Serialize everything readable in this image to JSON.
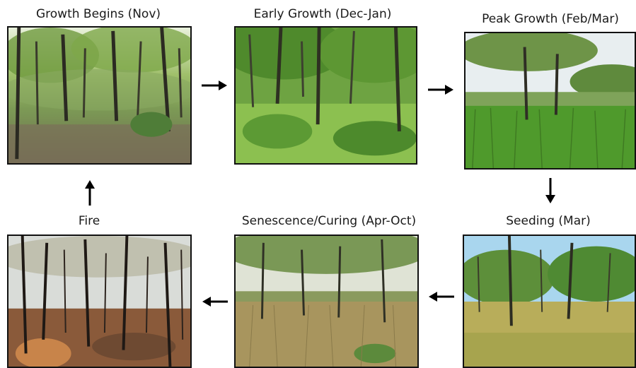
{
  "stages": [
    {
      "id": "growth-begins",
      "label": "Growth Begins (Nov)"
    },
    {
      "id": "early-growth",
      "label": "Early Growth (Dec-Jan)"
    },
    {
      "id": "peak-growth",
      "label": "Peak Growth (Feb/Mar)"
    },
    {
      "id": "seeding",
      "label": "Seeding (Mar)"
    },
    {
      "id": "senescence",
      "label": "Senescence/Curing (Apr-Oct)"
    },
    {
      "id": "fire",
      "label": "Fire"
    }
  ],
  "arrows": [
    {
      "from": "growth-begins",
      "to": "early-growth",
      "direction": "right"
    },
    {
      "from": "early-growth",
      "to": "peak-growth",
      "direction": "right"
    },
    {
      "from": "peak-growth",
      "to": "seeding",
      "direction": "down"
    },
    {
      "from": "seeding",
      "to": "senescence",
      "direction": "left"
    },
    {
      "from": "senescence",
      "to": "fire",
      "direction": "left"
    },
    {
      "from": "fire",
      "to": "growth-begins",
      "direction": "up"
    }
  ]
}
